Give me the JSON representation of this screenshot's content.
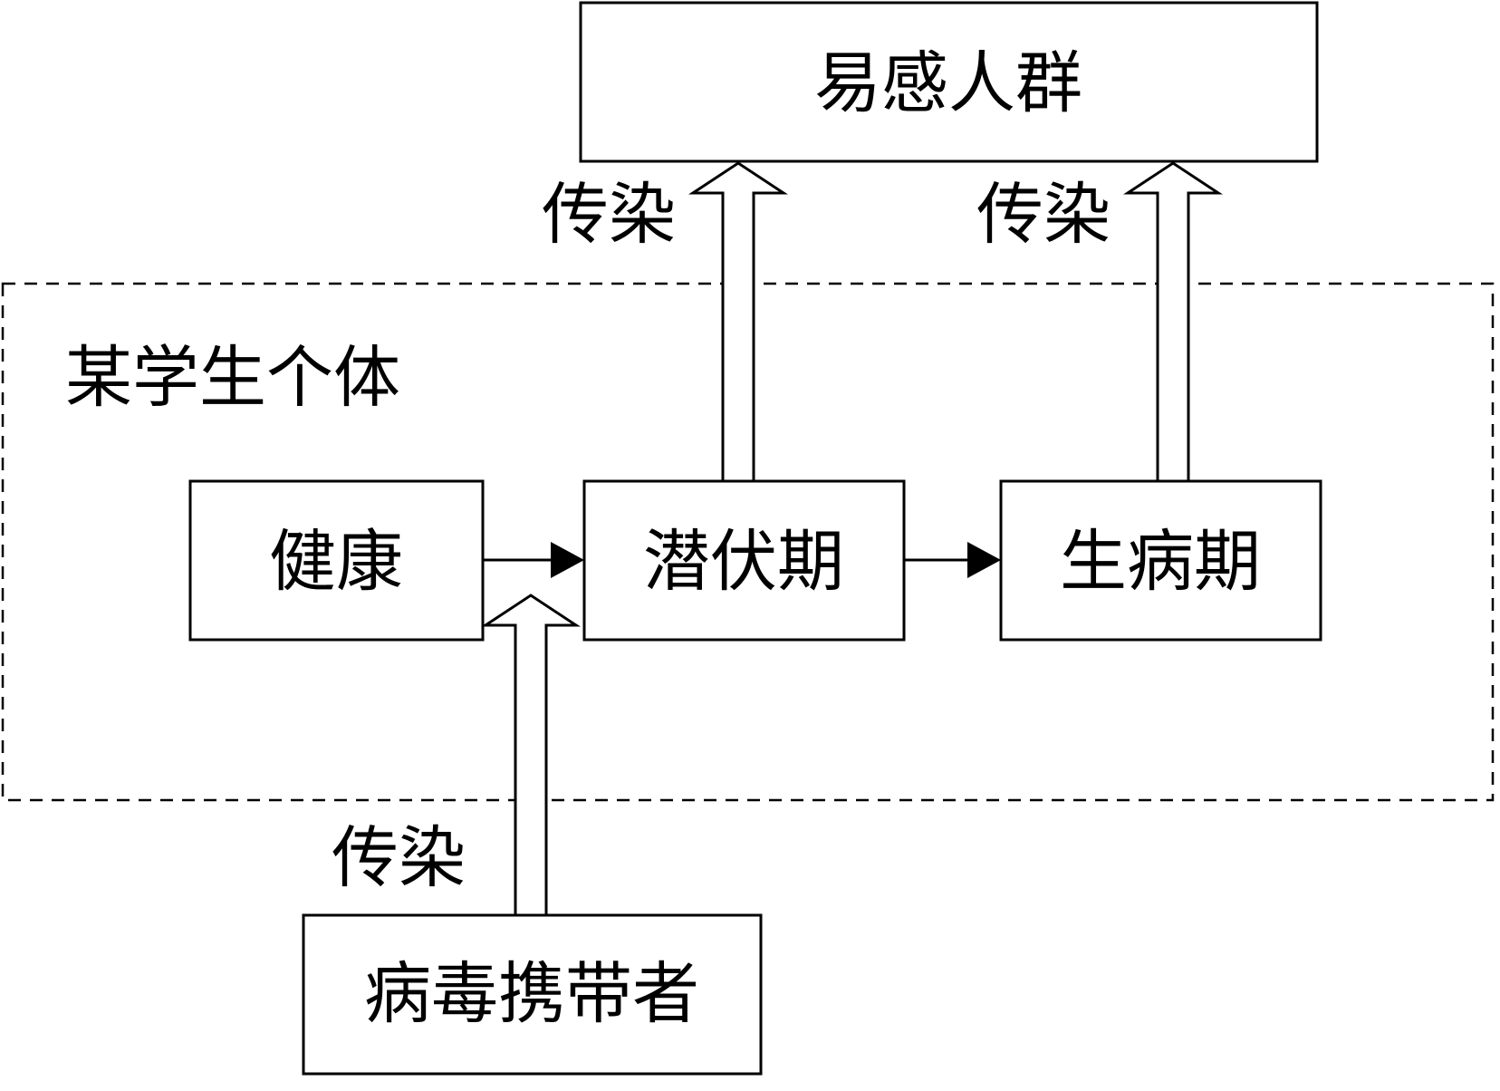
{
  "nodes": {
    "susceptible": "易感人群",
    "healthy": "健康",
    "incubation": "潜伏期",
    "illness": "生病期",
    "carrier": "病毒携带者"
  },
  "group_label": "某学生个体",
  "edge_labels": {
    "infect_from_incubation": "传染",
    "infect_from_illness": "传染",
    "infect_from_carrier": "传染"
  }
}
